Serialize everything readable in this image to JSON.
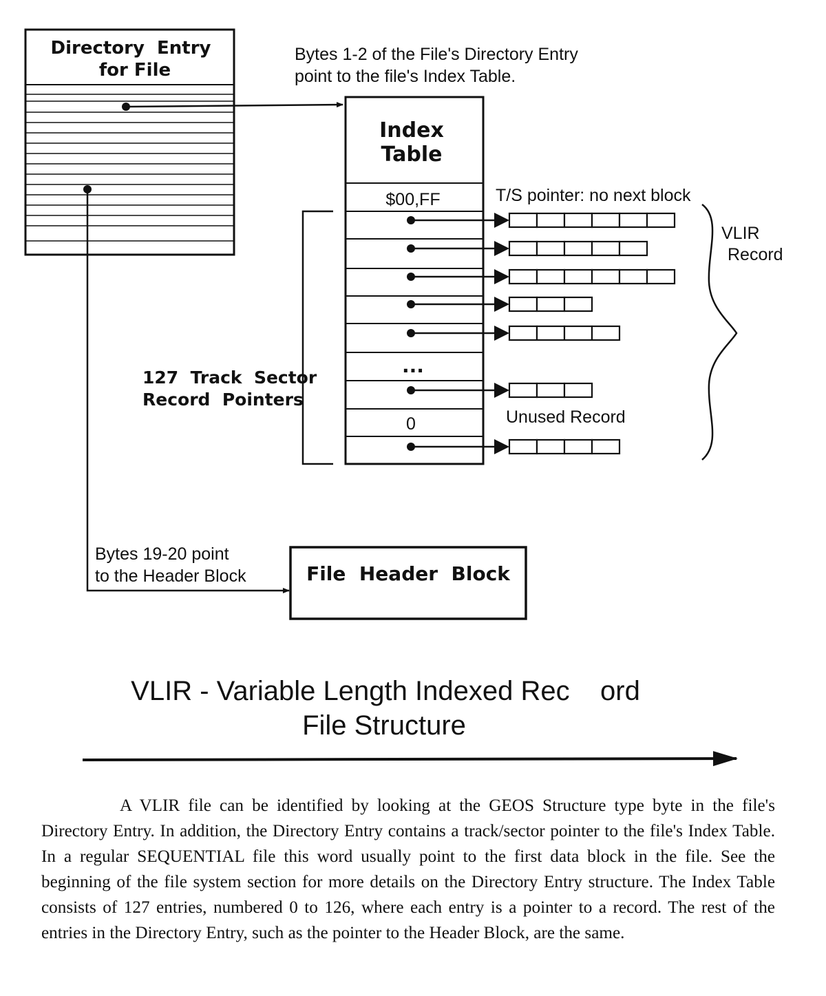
{
  "directory_entry": {
    "title_line1": "Directory  Entry",
    "title_line2": "for File"
  },
  "index_table": {
    "title_line1": "Index",
    "title_line2": "Table",
    "first_entry": "$00,FF",
    "ellipsis": "...",
    "unused_entry": "0"
  },
  "labels": {
    "bytes_1_2_line1": "Bytes 1-2 of the File's Directory Entry",
    "bytes_1_2_line2": "point to the file's Index Table.",
    "ts_pointer": "T/S pointer: no next block",
    "vlir_record_line1": "VLIR",
    "vlir_record_line2": "Record",
    "track_sector_line1": "127  Track  Sector",
    "track_sector_line2": "Record  Pointers",
    "unused_record": "Unused Record",
    "bytes_19_20_line1": "Bytes 19-20 point",
    "bytes_19_20_line2": "to the Header Block"
  },
  "header_block": {
    "label": "File  Header  Block"
  },
  "caption": {
    "line1": "VLIR - Variable Length Indexed Rec    ord",
    "line2": "File Structure"
  },
  "records": [
    {
      "blocks": 6
    },
    {
      "blocks": 5
    },
    {
      "blocks": 6
    },
    {
      "blocks": 3
    },
    {
      "blocks": 4
    },
    {
      "blocks": 3
    },
    {
      "blocks": 4
    }
  ],
  "body_paragraph": "A VLIR file can be identified by looking at the GEOS Structure type byte in the file's Directory Entry.  In addition, the Directory Entry contains a track/sector pointer to the file's Index Table.   In a regular SEQUENTIAL file this word usually point to the first data block in the file.  See the beginning of the file system section for more details on the Directory Entry structure.  The Index Table consists of 127 entries, numbered 0 to 126, where each entry is a pointer to a record.  The rest of the entries in the Directory Entry, such as the pointer to the Header Block, are the same."
}
